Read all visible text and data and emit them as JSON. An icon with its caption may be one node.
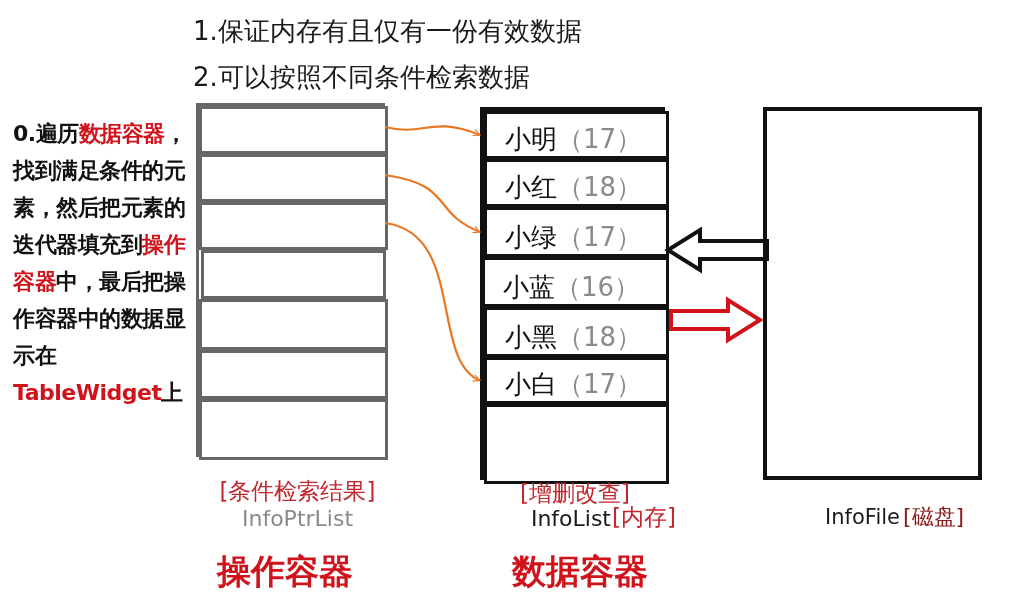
{
  "diagram": {
    "nodes": [
      {
        "text": [],
        "shape": "box",
        "beside": [
          "[条件检索结果]",
          "InfoPtrList",
          "操作容器"
        ]
      },
      {
        "text": [],
        "shape": "box",
        "in": 0
      },
      {
        "text": [],
        "shape": "box",
        "in": 0
      },
      {
        "text": [],
        "shape": "box",
        "in": 0
      },
      {
        "text": [],
        "shape": "box",
        "in": 0
      },
      {
        "text": [],
        "shape": "box",
        "in": 0
      },
      {
        "text": [],
        "shape": "box",
        "in": 0
      },
      {
        "text": [],
        "shape": "box",
        "in": 0
      },
      {
        "text": [],
        "shape": "box",
        "beside": [
          "[增删改查]",
          "InfoList",
          "[内存]",
          "数据容器"
        ]
      },
      {
        "text": [
          "小明",
          "（17）"
        ],
        "in": 8
      },
      {
        "text": [
          "小红",
          "（18）"
        ],
        "in": 8
      },
      {
        "text": [
          "小绿",
          "（17）"
        ],
        "in": 8
      },
      {
        "text": [
          "小蓝",
          "（16）"
        ],
        "in": 8
      },
      {
        "text": [
          "小黑",
          "（18）"
        ],
        "in": 8
      },
      {
        "text": [
          "小白",
          "（17）"
        ],
        "in": 8
      },
      {
        "text": [],
        "shape": "box",
        "in": 8
      },
      {
        "text": [],
        "shape": "box",
        "beside": [
          "InfoFile",
          "[磁盘]"
        ]
      }
    ],
    "edges": [
      {
        "from": 1,
        "to": 9,
        "arrow": "to",
        "color": "#e87722"
      },
      {
        "from": 2,
        "to": 11,
        "arrow": "to",
        "color": "#e87722"
      },
      {
        "from": 3,
        "to": 14,
        "arrow": "to",
        "color": "#e87722"
      },
      {
        "from": 16,
        "to": 8,
        "arrow": "to",
        "style": "thick"
      },
      {
        "from": 8,
        "to": 16,
        "arrow": "to",
        "style": "thick",
        "color": "#d0121b"
      }
    ],
    "labels": [
      "1.保证内存有且仅有一份有效数据",
      "2.可以按照不同条件检索数据",
      "0.遍历",
      "数据容器",
      "，找到满足条件的元素，然后把元素的迭代器填充到",
      "操作容器",
      "中，最后把操作容器中的数据显示在",
      "TableWidget",
      "上"
    ]
  }
}
